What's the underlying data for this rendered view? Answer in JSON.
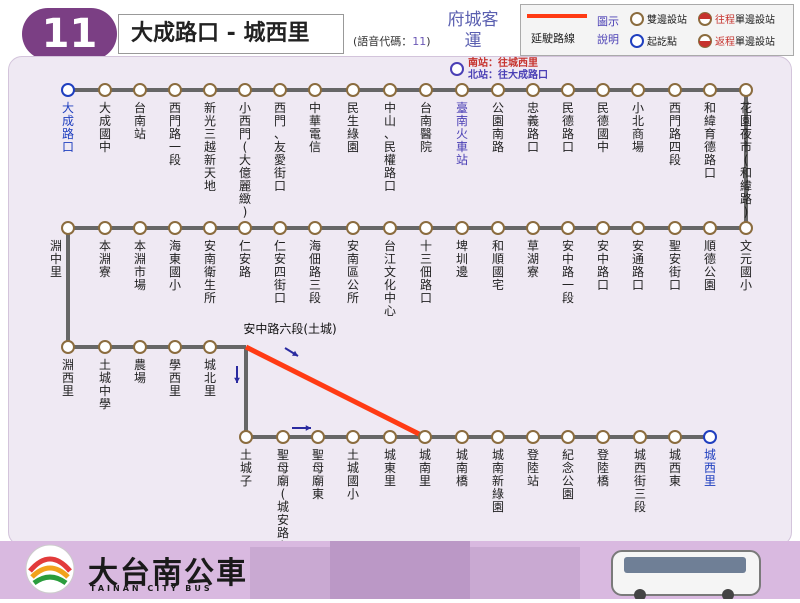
{
  "header": {
    "route_number": "11",
    "route_name": "大成路口 - 城西里",
    "voice_code_label": "(語音代碼：",
    "voice_code": "11",
    "voice_code_close": ")",
    "company": "府城客運"
  },
  "legend": {
    "title": "圖示說明",
    "extension_line": "延駛路線",
    "both_directions": "雙邊設站",
    "terminal": "起訖點",
    "outbound_prefix": "往程",
    "inbound_prefix": "返程",
    "one_side_suffix": "單邊設站"
  },
  "colors": {
    "route_line": "#666666",
    "extension_line": "#ff3b14",
    "stop_fill": "#ffffff",
    "stop_border": "#8b6c3e",
    "terminal_border": "#1f3fbf",
    "terminal_text": "#1f3fbf",
    "station_text": "#4a3fb5",
    "brand_purple": "#7b3f84",
    "direction_arrow": "#2a2aa0"
  },
  "notes": {
    "south": "南站：往城西里",
    "north": "北站：往大成路口"
  },
  "junction_label": "安中路六段(土城)",
  "rows": [
    {
      "stops": [
        "大成路口",
        "大成國中",
        "台南站",
        "西門路一段",
        "新光三越新天地",
        "小西門(大億麗緻)",
        "西門、友愛街口",
        "中華電信",
        "民生綠園",
        "中山、民權路口",
        "台南醫院",
        "臺南火車站",
        "公園南路",
        "忠義路口",
        "民德路口",
        "民德國中",
        "小北商場",
        "西門路四段",
        "和緯育德路口",
        "花園夜市(和緯路)"
      ]
    },
    {
      "stops": [
        "淵中里",
        "本淵寮",
        "本淵市場",
        "海東國小",
        "安南衛生所",
        "仁安路",
        "仁安四街口",
        "海佃路三段",
        "安南區公所",
        "台江文化中心",
        "十三佃路口",
        "埤圳邊",
        "和順國宅",
        "草湖寮",
        "安中路一段",
        "安中路口",
        "安通路口",
        "聖安街口",
        "順德公園",
        "文元國小"
      ]
    },
    {
      "stops": [
        "淵西里",
        "土城中學",
        "農場",
        "學西里",
        "城北里"
      ]
    },
    {
      "stops": [
        "土城子",
        "聖母廟(城安路)",
        "聖母廟東",
        "土城國小",
        "城東里",
        "城南里",
        "城南橋",
        "城南新綠園",
        "登陸站",
        "紀念公園",
        "登陸橋",
        "城西街三段",
        "城西東",
        "城西里"
      ]
    }
  ],
  "brand": {
    "name": "大台南公車",
    "sub": "TAINAN CITY BUS"
  }
}
